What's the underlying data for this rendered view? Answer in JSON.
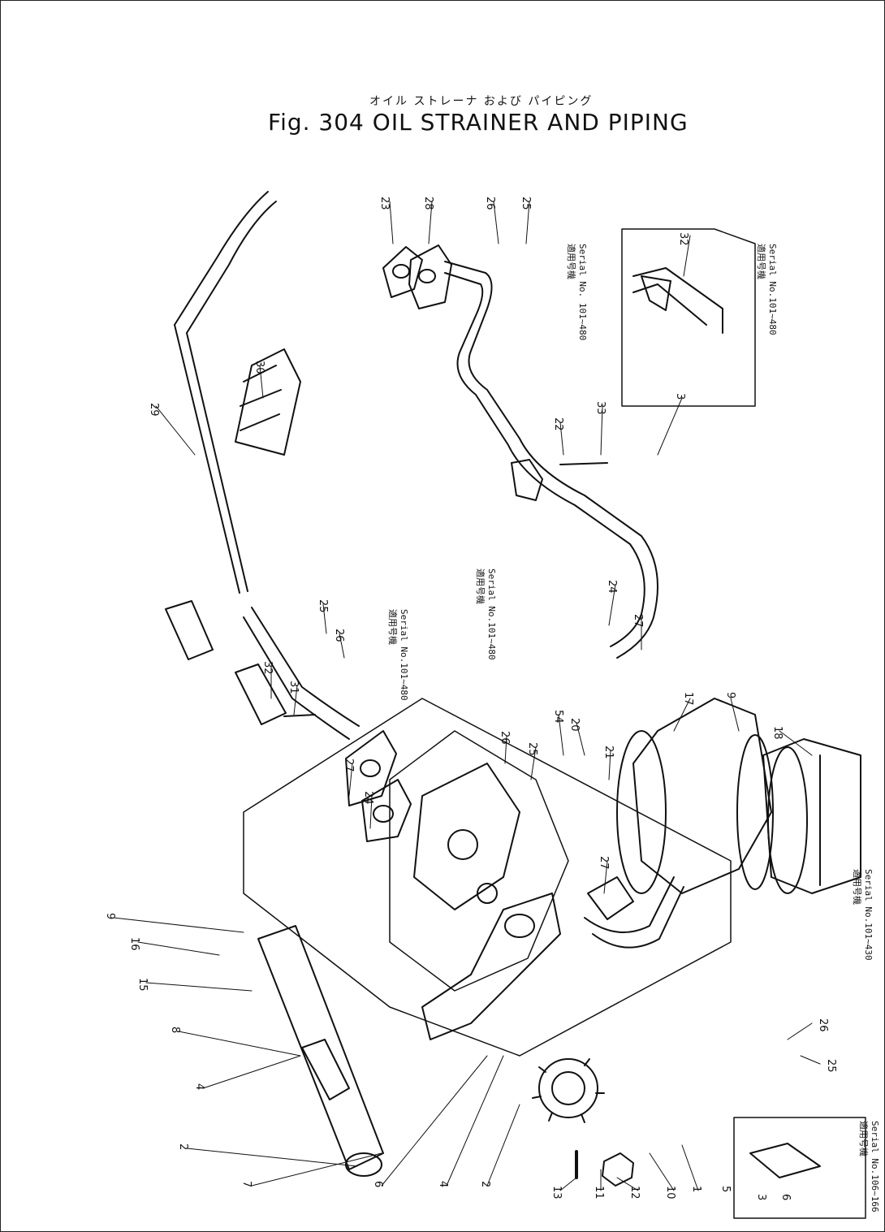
{
  "figure": {
    "title_jp": "オイル ストレーナ および パイピング",
    "fig_label": "Fig. 304",
    "title": "OIL STRAINER AND PIPING"
  },
  "callouts": [
    "23",
    "28",
    "26",
    "25",
    "32",
    "30",
    "29",
    "22",
    "33",
    "3",
    "24",
    "27",
    "17",
    "9",
    "18",
    "25",
    "26",
    "32",
    "31",
    "27",
    "24",
    "20",
    "21",
    "26",
    "25",
    "54",
    "27",
    "9",
    "16",
    "15",
    "8",
    "4",
    "2",
    "7",
    "6",
    "4",
    "2",
    "13",
    "11",
    "12",
    "10",
    "1",
    "5",
    "26",
    "25",
    "3",
    "6"
  ],
  "serial_notes": [
    {
      "jp": "適用号機",
      "en": "Serial No. 101~480"
    },
    {
      "jp": "適用号機",
      "en": "Serial No.101~480"
    },
    {
      "jp": "適用号機",
      "en": "Serial No.101~480"
    },
    {
      "jp": "適用号機",
      "en": "Serial No.101~480"
    },
    {
      "jp": "適用号機",
      "en": "Serial No.101~430"
    },
    {
      "jp": "適用号機",
      "en": "Serial No.106~166"
    }
  ]
}
